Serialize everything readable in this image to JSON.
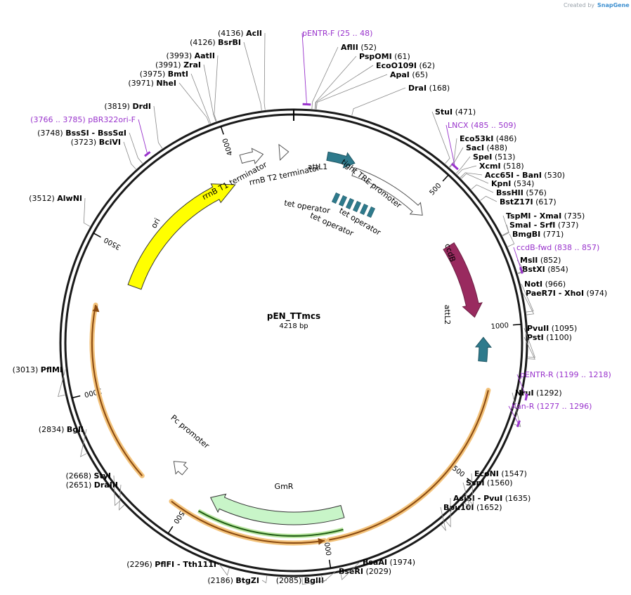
{
  "plasmid": {
    "name": "pEN_TTmcs",
    "length_label": "4218 bp",
    "total_bp": 4218
  },
  "branding": {
    "created_by": "Created by",
    "product": "SnapGene"
  },
  "colors": {
    "primer": "#9933cc",
    "ori": "#ffff00",
    "ccdB": "#992a5f",
    "att": "#2e7a8c",
    "gmr": "#c8f5c8",
    "line": "#888888"
  },
  "ticks": [
    {
      "bp": 500,
      "label": "500"
    },
    {
      "bp": 1000,
      "label": "1000"
    },
    {
      "bp": 1500,
      "label": "1500"
    },
    {
      "bp": 2000,
      "label": "2000"
    },
    {
      "bp": 2500,
      "label": "2500"
    },
    {
      "bp": 3000,
      "label": "3000"
    },
    {
      "bp": 3500,
      "label": "3500"
    },
    {
      "bp": 4000,
      "label": "4000"
    }
  ],
  "features": [
    {
      "name": "ori",
      "label": "ori",
      "kind": "ori",
      "start": 3390,
      "end": 3980,
      "strand": 1
    },
    {
      "name": "ccdb",
      "label": "ccdB",
      "kind": "ccdb",
      "start": 680,
      "end": 960,
      "strand": 1
    },
    {
      "name": "attl1",
      "label": "attL1",
      "kind": "att",
      "start": 120,
      "end": 220,
      "strand": 1
    },
    {
      "name": "attl2",
      "label": "attL2",
      "kind": "att",
      "start": 1035,
      "end": 1120,
      "strand": -1
    },
    {
      "name": "tre-promoter",
      "label": "tight TRE promoter",
      "kind": "outline",
      "start": 225,
      "end": 530,
      "strand": 1
    },
    {
      "name": "rrnb-t1",
      "label": "rrnB T1 terminator",
      "kind": "outline",
      "start": 4030,
      "end": 4110,
      "strand": 1
    },
    {
      "name": "rrnb-t2",
      "label": "rrnB T2 terminator",
      "kind": "outline",
      "start": 4168,
      "end": 4200,
      "strand": 1
    },
    {
      "name": "gmr",
      "label": "GmR",
      "kind": "gmr",
      "start": 1920,
      "end": 2440,
      "strand": 1
    },
    {
      "name": "pc-promoter",
      "label": "Pc promoter",
      "kind": "outline",
      "start": 2580,
      "end": 2640,
      "strand": 1
    }
  ],
  "operators": [
    {
      "label": "tet operator"
    },
    {
      "label": "tet operator"
    },
    {
      "label": "tet operator"
    }
  ],
  "sites": [
    {
      "name": "AclI",
      "pos": "(4136)",
      "bp": 4136
    },
    {
      "name": "BsrBI",
      "pos": "(4126)",
      "bp": 4126
    },
    {
      "name": "AatII",
      "pos": "(3993)",
      "bp": 3993
    },
    {
      "name": "ZraI",
      "pos": "(3991)",
      "bp": 3991
    },
    {
      "name": "BmtI",
      "pos": "(3975)",
      "bp": 3975
    },
    {
      "name": "NheI",
      "pos": "(3971)",
      "bp": 3971
    },
    {
      "name": "DrdI",
      "pos": "(3819)",
      "bp": 3819
    },
    {
      "name": "BssSI - BssSαI",
      "pos": "(3748)",
      "bp": 3748
    },
    {
      "name": "BciVI",
      "pos": "(3723)",
      "bp": 3723
    },
    {
      "name": "AlwNI",
      "pos": "(3512)",
      "bp": 3512
    },
    {
      "name": "PflMI",
      "pos": "(3013)",
      "bp": 3013
    },
    {
      "name": "BglI",
      "pos": "(2834)",
      "bp": 2834
    },
    {
      "name": "StyI",
      "pos": "(2668)",
      "bp": 2668
    },
    {
      "name": "DraIII",
      "pos": "(2651)",
      "bp": 2651
    },
    {
      "name": "PflFI - Tth111I",
      "pos": "(2296)",
      "bp": 2296
    },
    {
      "name": "BtgZI",
      "pos": "(2186)",
      "bp": 2186
    },
    {
      "name": "BglII",
      "pos": "(2085)",
      "bp": 2085
    },
    {
      "name": "BseRI",
      "pos": "(2029)",
      "bp": 2029
    },
    {
      "name": "BsaAI",
      "pos": "(1974)",
      "bp": 1974
    },
    {
      "name": "Bpu10I",
      "pos": "(1652)",
      "bp": 1652
    },
    {
      "name": "AsiSI - PvuI",
      "pos": "(1635)",
      "bp": 1635
    },
    {
      "name": "SspI",
      "pos": "(1560)",
      "bp": 1560
    },
    {
      "name": "EcoNI",
      "pos": "(1547)",
      "bp": 1547
    },
    {
      "name": "NruI",
      "pos": "(1292)",
      "bp": 1292
    },
    {
      "name": "PstI",
      "pos": "(1100)",
      "bp": 1100
    },
    {
      "name": "PvuII",
      "pos": "(1095)",
      "bp": 1095
    },
    {
      "name": "PaeR7I - XhoI",
      "pos": "(974)",
      "bp": 974
    },
    {
      "name": "NotI",
      "pos": "(966)",
      "bp": 966
    },
    {
      "name": "BstXI",
      "pos": "(854)",
      "bp": 854
    },
    {
      "name": "MslI",
      "pos": "(852)",
      "bp": 852
    },
    {
      "name": "BmgBI",
      "pos": "(771)",
      "bp": 771
    },
    {
      "name": "SmaI - SrfI",
      "pos": "(737)",
      "bp": 737
    },
    {
      "name": "TspMI - XmaI",
      "pos": "(735)",
      "bp": 735
    },
    {
      "name": "BstZ17I",
      "pos": "(617)",
      "bp": 617
    },
    {
      "name": "BssHII",
      "pos": "(576)",
      "bp": 576
    },
    {
      "name": "KpnI",
      "pos": "(534)",
      "bp": 534
    },
    {
      "name": "Acc65I - BanI",
      "pos": "(530)",
      "bp": 530
    },
    {
      "name": "XcmI",
      "pos": "(518)",
      "bp": 518
    },
    {
      "name": "SpeI",
      "pos": "(513)",
      "bp": 513
    },
    {
      "name": "SacI",
      "pos": "(488)",
      "bp": 488
    },
    {
      "name": "Eco53kI",
      "pos": "(486)",
      "bp": 486
    },
    {
      "name": "StuI",
      "pos": "(471)",
      "bp": 471
    },
    {
      "name": "DraI",
      "pos": "(168)",
      "bp": 168
    },
    {
      "name": "ApaI",
      "pos": "(65)",
      "bp": 65
    },
    {
      "name": "EcoO109I",
      "pos": "(62)",
      "bp": 62
    },
    {
      "name": "PspOMI",
      "pos": "(61)",
      "bp": 61
    },
    {
      "name": "AflII",
      "pos": "(52)",
      "bp": 52
    }
  ],
  "primers": [
    {
      "name": "pENTR-F",
      "pos": "(25 .. 48)",
      "start": 25,
      "end": 48
    },
    {
      "name": "LNCX",
      "pos": "(485 .. 509)",
      "start": 485,
      "end": 509
    },
    {
      "name": "ccdB-fwd",
      "pos": "(838 .. 857)",
      "start": 838,
      "end": 857
    },
    {
      "name": "pENTR-R",
      "pos": "(1199 .. 1218)",
      "start": 1199,
      "end": 1218
    },
    {
      "name": "Kan-R",
      "pos": "(1277 .. 1296)",
      "start": 1277,
      "end": 1296
    },
    {
      "name": "pBR322ori-F",
      "pos": "(3766 .. 3785)",
      "start": 3766,
      "end": 3785
    }
  ]
}
